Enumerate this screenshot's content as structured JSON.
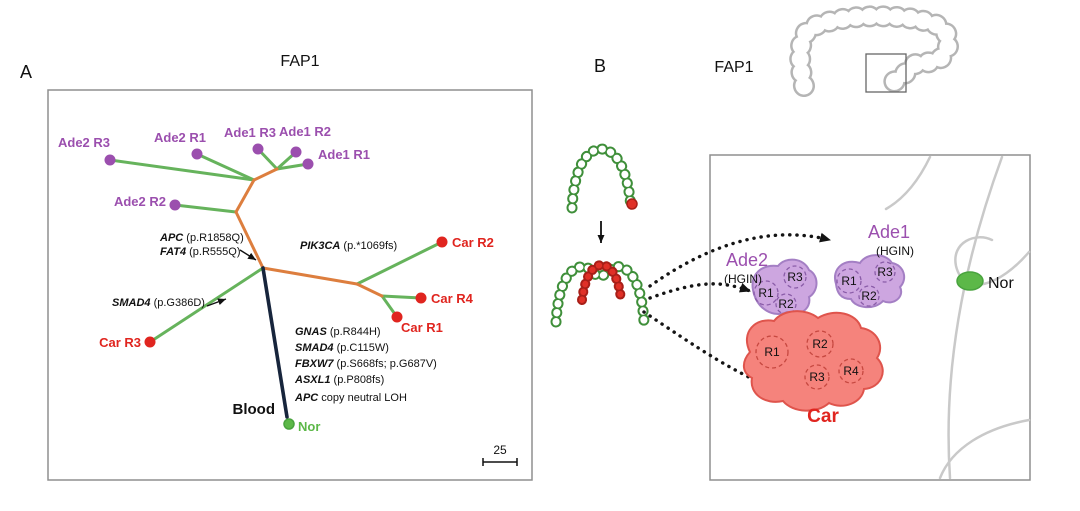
{
  "figure": {
    "panelA": {
      "panel_label": "A",
      "title": "FAP1",
      "samples": {
        "ade2_r3": "Ade2 R3",
        "ade2_r1": "Ade2 R1",
        "ade1_r3": "Ade1 R3",
        "ade1_r2": "Ade1 R2",
        "ade1_r1": "Ade1 R1",
        "ade2_r2": "Ade2 R2",
        "car_r2": "Car R2",
        "car_r4": "Car R4",
        "car_r1": "Car R1",
        "car_r3": "Car R3",
        "blood": "Blood",
        "nor": "Nor"
      },
      "mutations": {
        "apc": {
          "gene": "APC",
          "detail": " (p.R1858Q)"
        },
        "fat4": {
          "gene": "FAT4",
          "detail": " (p.R555Q)"
        },
        "pik3ca": {
          "gene": "PIK3CA",
          "detail": " (p.*1069fs)"
        },
        "smad4_a": {
          "gene": "SMAD4",
          "detail": " (p.G386D)"
        },
        "gnas": {
          "gene": "GNAS",
          "detail": " (p.R844H)"
        },
        "smad4_b": {
          "gene": "SMAD4",
          "detail": " (p.C115W)"
        },
        "fbxw7": {
          "gene": "FBXW7",
          "detail": " (p.S668fs;  p.G687V)"
        },
        "asxl1": {
          "gene": "ASXL1",
          "detail": " (p.P808fs)"
        },
        "apc_loh": {
          "gene": "APC",
          "detail": " copy neutral LOH"
        }
      },
      "scale_label": "25"
    },
    "panelB": {
      "panel_label": "B",
      "title": "FAP1",
      "ade1": {
        "name": "Ade1",
        "grade": "(HGIN)",
        "r1": "R1",
        "r2": "R2",
        "r3": "R3"
      },
      "ade2": {
        "name": "Ade2",
        "grade": "(HGIN)",
        "r1": "R1",
        "r2": "R2",
        "r3": "R3"
      },
      "car": {
        "name": "Car",
        "r1": "R1",
        "r2": "R2",
        "r3": "R3",
        "r4": "R4"
      },
      "nor_label": "Nor"
    },
    "colors": {
      "purple": "#9b4fae",
      "red": "#e0251f",
      "branch_green": "#66b35c",
      "branch_orange": "#dd7e3e",
      "trunk_navy": "#17253c",
      "nor_green": "#5cb848",
      "ade_fill": "#cda6e0",
      "car_fill": "#f5837c"
    }
  }
}
